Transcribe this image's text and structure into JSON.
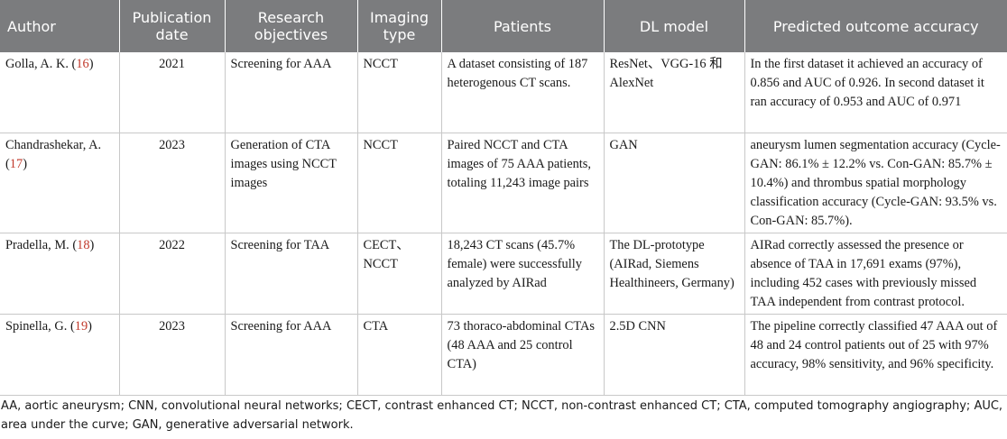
{
  "headers": {
    "author": "Author",
    "date": "Publication date",
    "objectives": "Research objectives",
    "imaging": "Imaging type",
    "patients": "Patients",
    "model": "DL model",
    "accuracy": "Predicted outcome accuracy"
  },
  "rows": [
    {
      "author_name": "Golla, A. K. (",
      "ref": "16",
      "author_close": ")",
      "date": "2021",
      "objectives": "Screening for AAA",
      "imaging": "NCCT",
      "patients": "A dataset consisting of 187 heterogenous CT scans.",
      "model": "ResNet、VGG-16 和 AlexNet",
      "accuracy": "In the first dataset it achieved an accuracy of 0.856 and AUC of 0.926. In second dataset it ran accuracy of 0.953 and AUC of 0.971"
    },
    {
      "author_name": "Chandrashekar, A. (",
      "ref": "17",
      "author_close": ")",
      "date": "2023",
      "objectives": "Generation of CTA images using NCCT images",
      "imaging": "NCCT",
      "patients": "Paired NCCT and CTA images of 75 AAA patients, totaling 11,243 image pairs",
      "model": "GAN",
      "accuracy": "aneurysm lumen segmentation accuracy (Cycle-GAN: 86.1% ± 12.2% vs. Con-GAN: 85.7% ± 10.4%) and thrombus spatial morphology classification accuracy (Cycle-GAN: 93.5% vs. Con-GAN: 85.7%)."
    },
    {
      "author_name": "Pradella, M. (",
      "ref": "18",
      "author_close": ")",
      "date": "2022",
      "objectives": "Screening for TAA",
      "imaging": "CECT、NCCT",
      "patients": "18,243 CT scans (45.7% female) were successfully analyzed by AIRad",
      "model": "The DL-prototype (AIRad, Siemens Healthineers, Germany)",
      "accuracy": "AIRad correctly assessed the presence or absence of TAA in 17,691 exams (97%), including 452 cases with previously missed TAA independent from contrast protocol."
    },
    {
      "author_name": "Spinella, G. (",
      "ref": "19",
      "author_close": ")",
      "date": "2023",
      "objectives": "Screening for AAA",
      "imaging": "CTA",
      "patients": "73 thoraco-abdominal CTAs (48 AAA and 25 control CTA)",
      "model": "2.5D CNN",
      "accuracy": "The pipeline correctly classified 47 AAA out of 48 and 24 control patients out of 25 with 97% accuracy, 98% sensitivity, and 96% specificity."
    }
  ],
  "footnote": "AA, aortic aneurysm; CNN, convolutional neural networks; CECT, contrast enhanced CT; NCCT, non-contrast enhanced CT; CTA, computed tomography angiography; AUC, area under the curve; GAN, generative adversarial network.",
  "colors": {
    "header_bg": "#7b7c7e",
    "header_text": "#ffffff",
    "ref_link": "#c0392b",
    "grid": "#c8c8c8"
  }
}
